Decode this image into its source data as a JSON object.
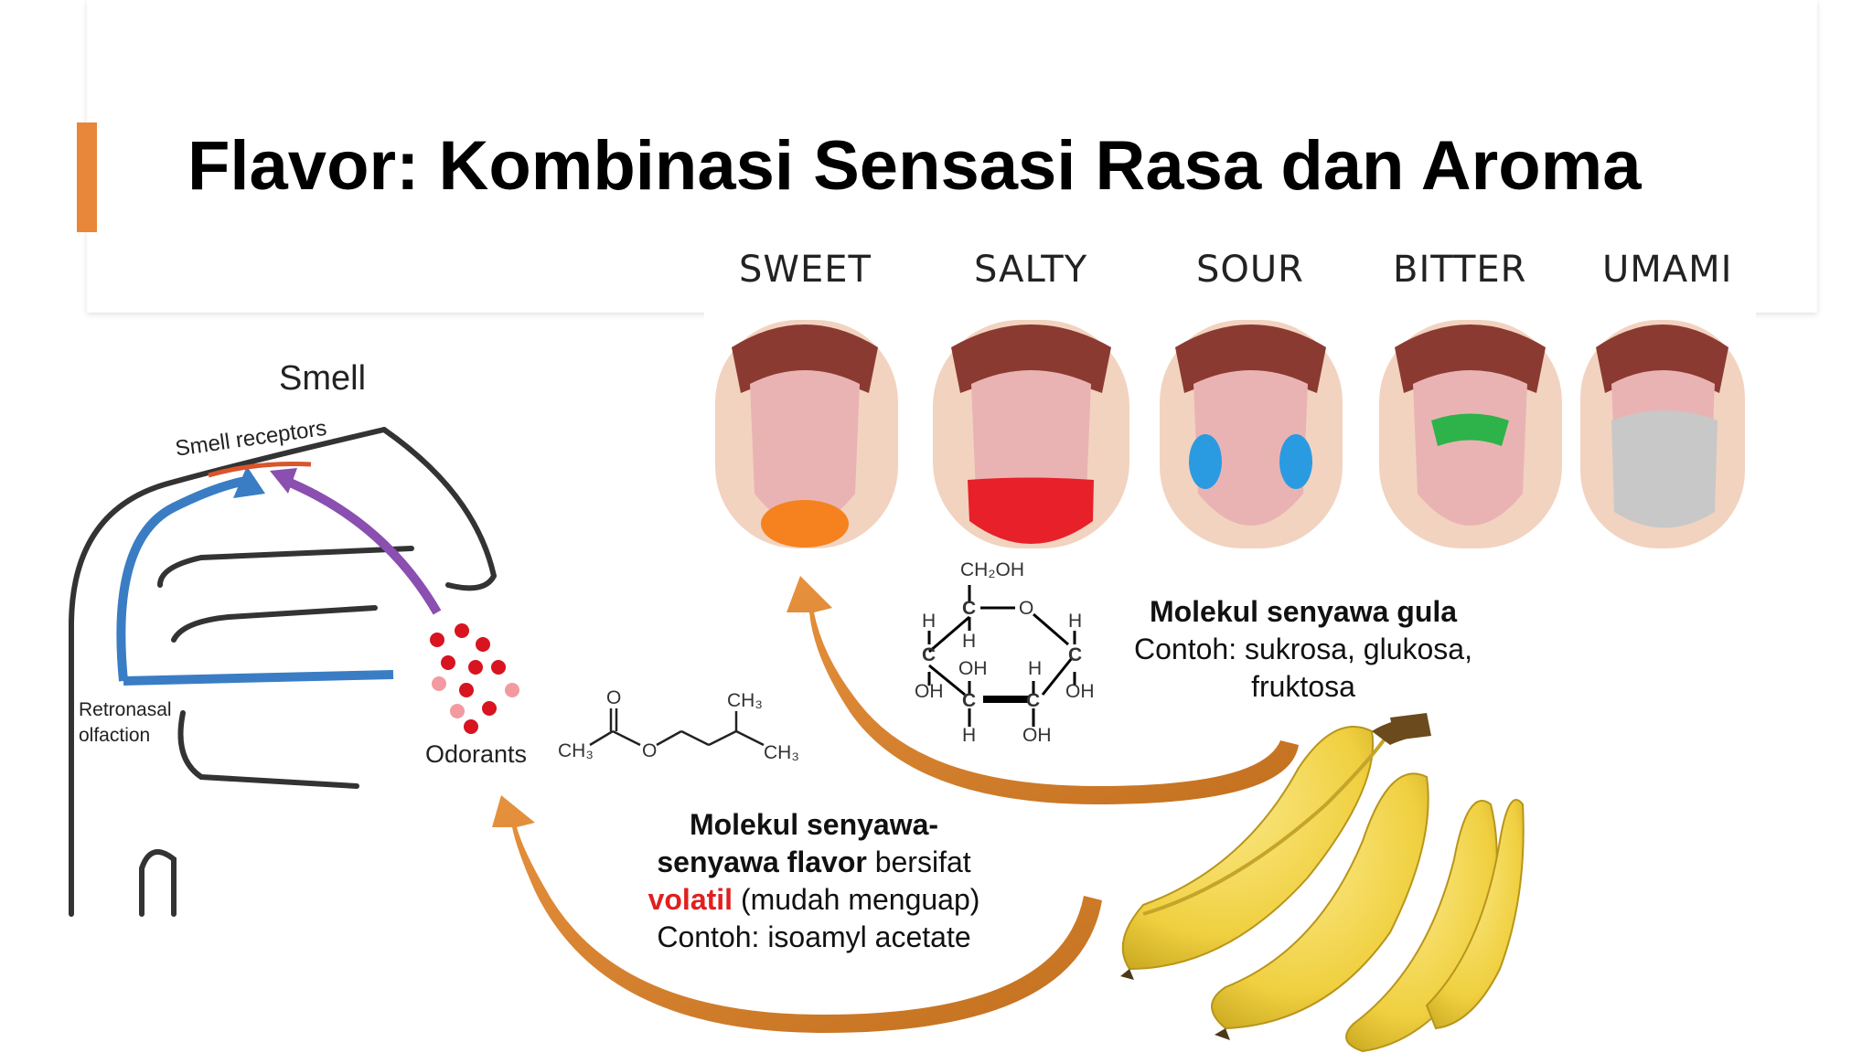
{
  "slide": {
    "title": "Flavor: Kombinasi Sensasi Rasa dan Aroma",
    "accent_color": "#e8873a"
  },
  "tastes": [
    {
      "label": "SWEET",
      "zone_color": "#f5821f"
    },
    {
      "label": "SALTY",
      "zone_color": "#e8202a"
    },
    {
      "label": "SOUR",
      "zone_color": "#2a9be0"
    },
    {
      "label": "BITTER",
      "zone_color": "#2db34a"
    },
    {
      "label": "UMAMI",
      "zone_color": "#c8c8c8"
    }
  ],
  "smell_diagram": {
    "title": "Smell",
    "receptors_label": "Smell receptors",
    "retronasal_line1": "Retronasal",
    "retronasal_line2": "olfaction",
    "odorants_label": "Odorants"
  },
  "glucose": {
    "ch2oh": "CH₂OH",
    "o": "O",
    "oh": "OH",
    "h": "H"
  },
  "isoamyl": {
    "ch3_left": "CH₃",
    "ch3_top": "CH₃",
    "ch3_right": "CH₃",
    "o_top": "O",
    "o_mid": "O"
  },
  "sugar_note": {
    "line1": "Molekul senyawa gula",
    "line2": "Contoh: sukrosa, glukosa,",
    "line3": "fruktosa"
  },
  "flavor_note": {
    "line1": "Molekul senyawa-",
    "line2_bold": "senyawa flavor",
    "line2_rest": " bersifat",
    "line3_red": "volatil",
    "line3_rest": " (mudah menguap)",
    "line4": "Contoh: isoamyl acetate"
  }
}
